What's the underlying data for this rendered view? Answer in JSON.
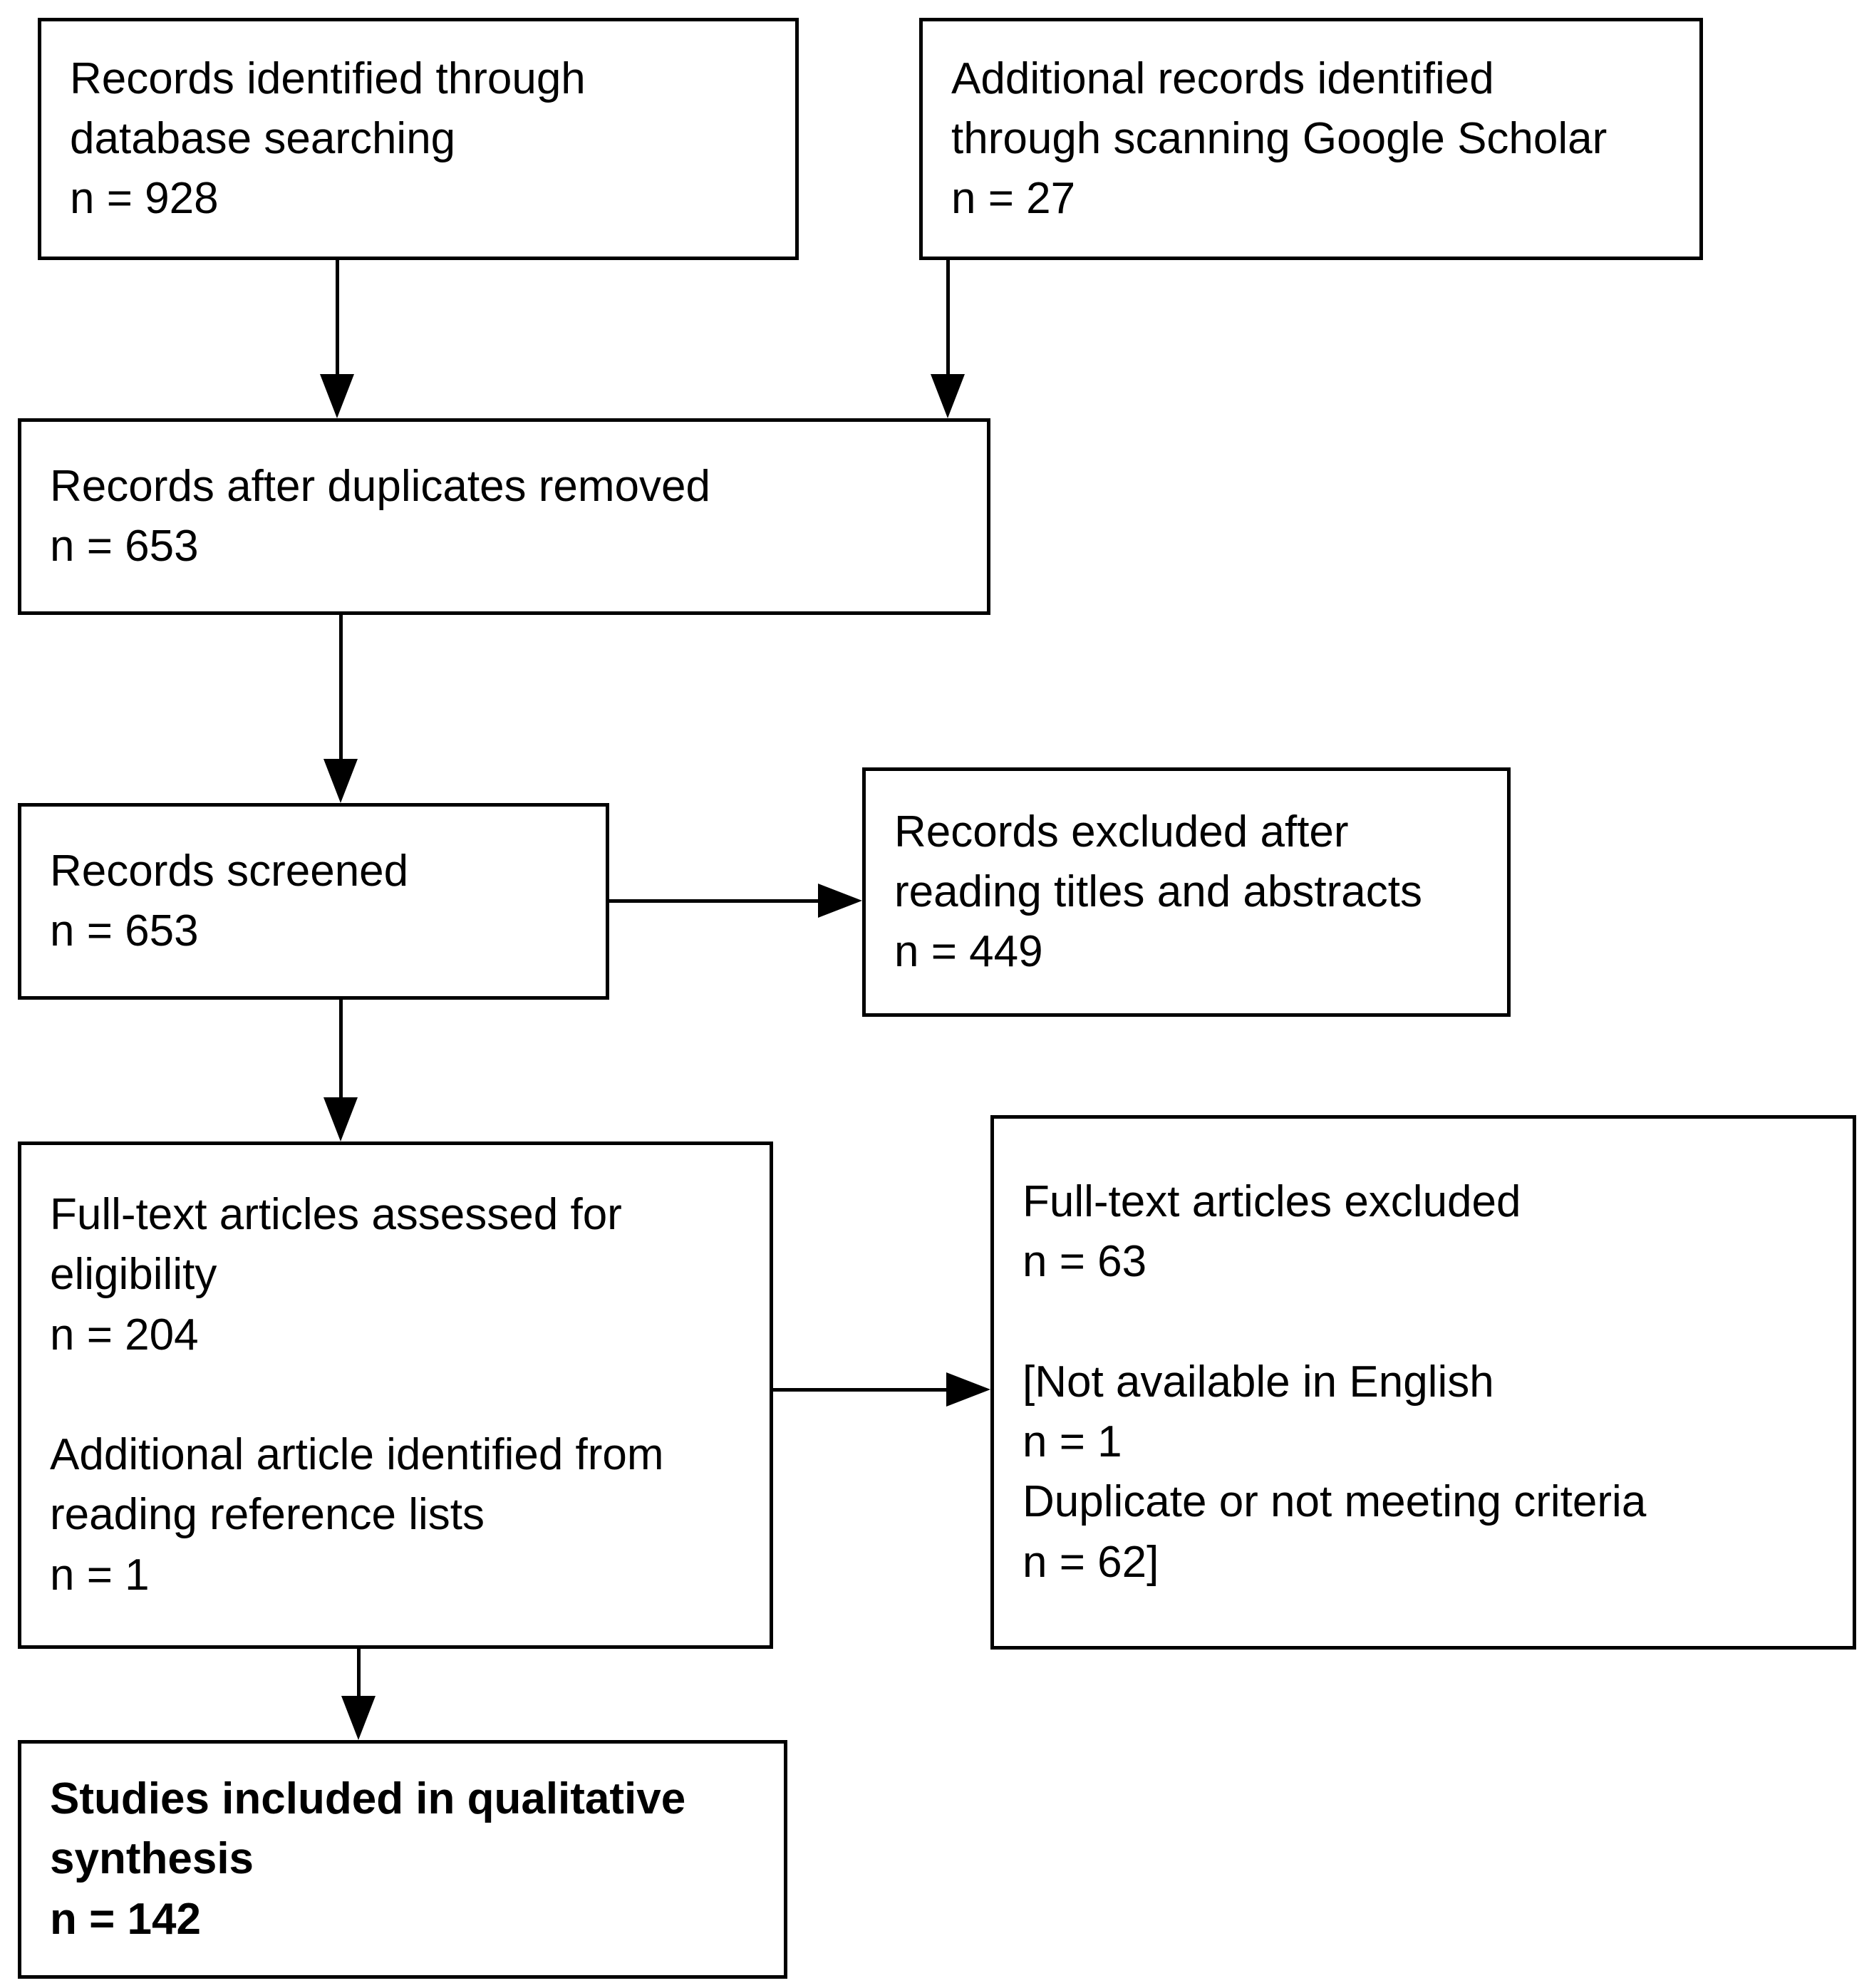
{
  "flowchart": {
    "title": "PRISMA-style study selection flow diagram",
    "colors": {
      "border": "#000000",
      "background": "#ffffff",
      "text": "#000000"
    },
    "boxes": {
      "records_identified": {
        "text": "Records identified through\ndatabase searching\nn = 928",
        "n": 928
      },
      "additional_records": {
        "text": "Additional records identified\nthrough scanning Google Scholar\nn = 27",
        "n": 27
      },
      "duplicates_removed": {
        "text": "Records after duplicates removed\nn = 653",
        "n": 653
      },
      "records_screened": {
        "text": "Records screened\nn = 653",
        "n": 653
      },
      "records_excluded": {
        "text": "Records excluded after\nreading titles and abstracts\nn = 449",
        "n": 449
      },
      "fulltext_assessed": {
        "text": "Full-text articles assessed for\neligibility\nn = 204\n\nAdditional article identified from\nreading reference lists\nn = 1",
        "n": 204,
        "n_additional": 1
      },
      "fulltext_excluded": {
        "text": "Full-text articles excluded\nn = 63\n\n[Not available in English\nn = 1\nDuplicate or not meeting criteria\nn = 62]",
        "n": 63,
        "n_not_english": 1,
        "n_duplicate_or_criteria": 62
      },
      "studies_included": {
        "text": "Studies included in qualitative\nsynthesis\nn = 142",
        "n": 142
      }
    }
  }
}
